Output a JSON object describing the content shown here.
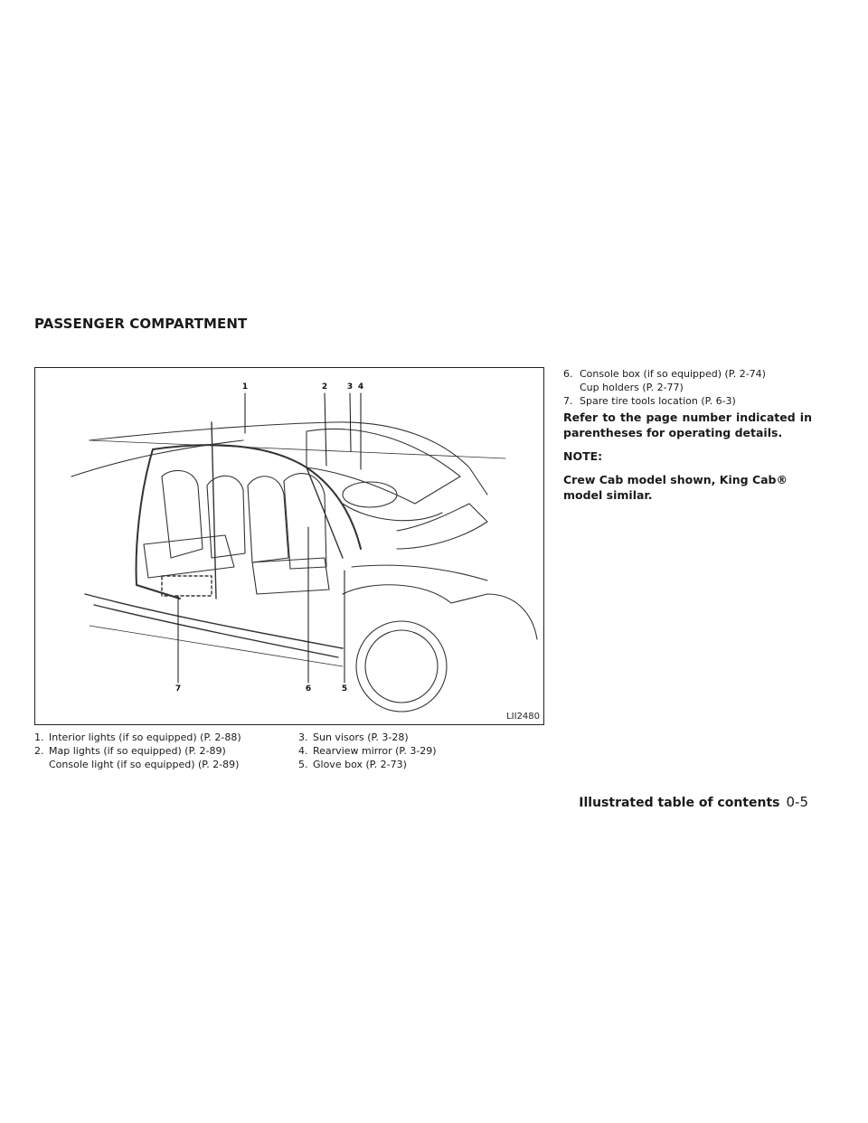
{
  "page": {
    "heading": "PASSENGER COMPARTMENT",
    "figure_id": "LII2480",
    "callouts": [
      "1",
      "2",
      "3",
      "4",
      "5",
      "6",
      "7"
    ],
    "legend_left": [
      {
        "num": "1.",
        "text": "Interior lights (if so equipped) (P. 2-88)"
      },
      {
        "num": "2.",
        "text": "Map lights (if so equipped) (P. 2-89)",
        "sub": "Console light (if so equipped) (P. 2-89)"
      }
    ],
    "legend_mid": [
      {
        "num": "3.",
        "text": "Sun visors (P. 3-28)"
      },
      {
        "num": "4.",
        "text": "Rearview mirror (P. 3-29)"
      },
      {
        "num": "5.",
        "text": "Glove box (P. 2-73)"
      }
    ],
    "legend_right": [
      {
        "num": "6.",
        "text": "Console box (if so equipped) (P. 2-74)",
        "sub": "Cup holders (P. 2-77)"
      },
      {
        "num": "7.",
        "text": "Spare tire tools location (P. 6-3)"
      }
    ],
    "refer_text": "Refer to the page number indicated in parentheses for operating details.",
    "note_label": "NOTE:",
    "note_text": "Crew Cab model shown, King Cab® model similar.",
    "footer_section": "Illustrated table of contents",
    "footer_page": "0-5"
  }
}
